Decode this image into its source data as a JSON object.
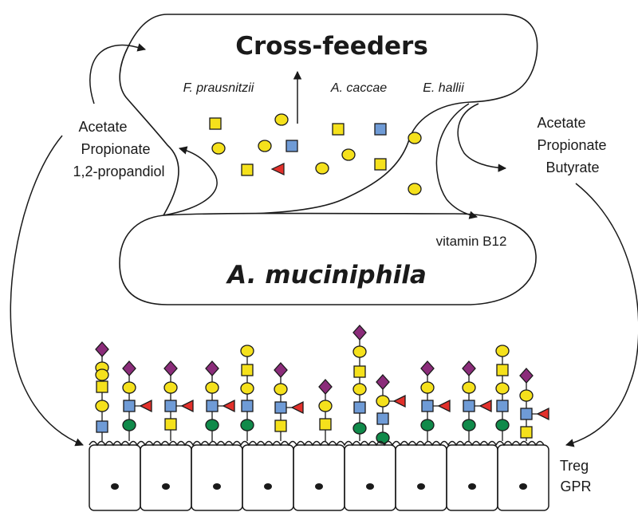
{
  "cross_feeders": {
    "title": "Cross-feeders",
    "species": [
      "F. prausnitzii",
      "A. caccae",
      "E. hallii"
    ]
  },
  "akkermansia": {
    "title": "A. muciniphila",
    "product": "vitamin B12"
  },
  "left_products": [
    "Acetate",
    "Propionate",
    "1,2-propandiol"
  ],
  "right_products": [
    "Acetate",
    "Propionate",
    "Butyrate"
  ],
  "receptor_labels": [
    "Treg",
    "GPR"
  ],
  "colors": {
    "line": "#1a1a1a",
    "galactose_circle": "#f5e11c",
    "galnac_square": "#f5e11c",
    "glcnac_square": "#6f9bd6",
    "fucose_triangle": "#e2302b",
    "sialic_diamond": "#8b2c7a",
    "mannose_circle": "#108a4a"
  },
  "icons": {
    "galactose": "yellow-circle-icon",
    "galnac": "yellow-square-icon",
    "glcnac": "blue-square-icon",
    "fucose": "red-triangle-icon",
    "sialic_acid": "purple-diamond-icon",
    "core_sugar": "green-circle-icon"
  }
}
